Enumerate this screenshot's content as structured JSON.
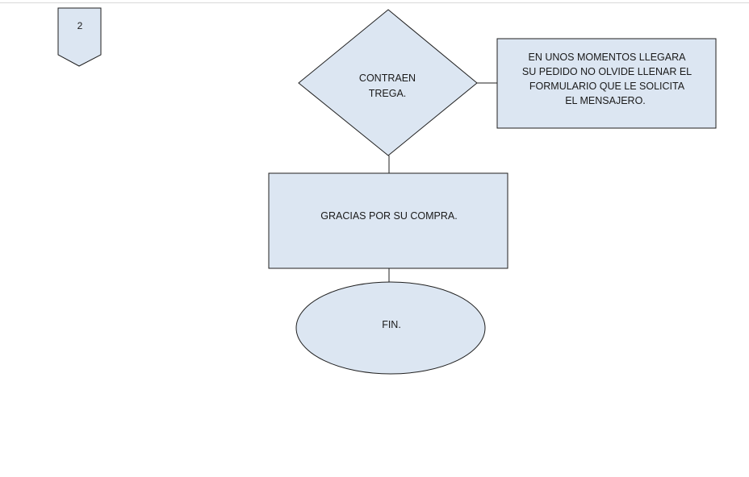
{
  "diagram": {
    "colors": {
      "fill": "#dce6f2",
      "stroke": "#1f1f1f",
      "text": "#1a1a1a"
    },
    "offpage_connector": {
      "label": "2"
    },
    "decision": {
      "lines": [
        "CONTRAEN",
        "TREGA."
      ]
    },
    "note": {
      "lines": [
        "EN UNOS MOMENTOS LLEGARA",
        "SU PEDIDO NO OLVIDE LLENAR EL",
        "FORMULARIO QUE LE SOLICITA",
        "EL MENSAJERO."
      ]
    },
    "process": {
      "label": "GRACIAS POR SU COMPRA."
    },
    "terminal": {
      "label": "FIN."
    }
  }
}
